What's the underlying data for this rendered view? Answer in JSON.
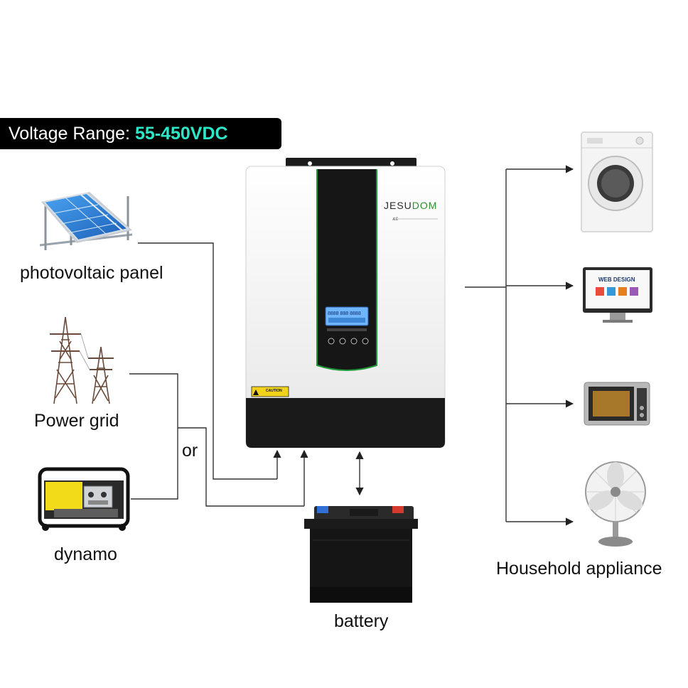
{
  "banner": {
    "label": "Voltage Range:",
    "value": "55-450VDC"
  },
  "inverter": {
    "brand_prefix": "JESU",
    "brand_suffix": "DOM",
    "brand_sub": "ÆÊ",
    "lcd_text": "8888 888 8888",
    "caution": "CAUTION"
  },
  "sources": {
    "pv": "photovoltaic panel",
    "grid": "Power grid",
    "or": "or",
    "dynamo": "dynamo"
  },
  "battery_label": "battery",
  "appliances": {
    "label": "Household appliance",
    "monitor_text": "WEB DESIGN"
  },
  "colors": {
    "banner_value": "#2ee6c8",
    "brand_green": "#2f8f2f",
    "inverter_accent": "#1f9a3a",
    "line": "#333333"
  }
}
